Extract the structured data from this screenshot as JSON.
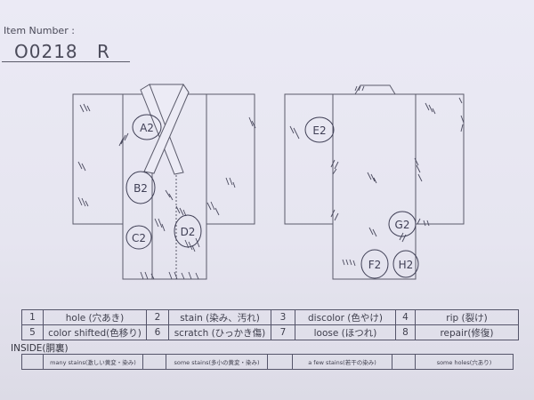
{
  "header": {
    "item_number_label": "Item Number :",
    "item_number": "O0218 R"
  },
  "diagram": {
    "front": {
      "marks": [
        {
          "id": "A2",
          "label": "A2"
        },
        {
          "id": "B2",
          "label": "B2"
        },
        {
          "id": "C2",
          "label": "C2"
        },
        {
          "id": "D2",
          "label": "D2"
        }
      ]
    },
    "back": {
      "marks": [
        {
          "id": "E2",
          "label": "E2"
        },
        {
          "id": "G2",
          "label": "G2"
        },
        {
          "id": "F2",
          "label": "F2"
        },
        {
          "id": "H2",
          "label": "H2"
        }
      ]
    },
    "colors": {
      "line": "#5a5a6a",
      "pen": "#45455a"
    }
  },
  "legend": {
    "rows": [
      [
        {
          "num": "1",
          "label": "hole (穴あき)"
        },
        {
          "num": "2",
          "label": "stain (染み、汚れ)"
        },
        {
          "num": "3",
          "label": "discolor (色やけ)"
        },
        {
          "num": "4",
          "label": "rip (裂け)"
        }
      ],
      [
        {
          "num": "5",
          "label": "color shifted(色移り)"
        },
        {
          "num": "6",
          "label": "scratch (ひっかき傷)"
        },
        {
          "num": "7",
          "label": "loose (ほつれ)"
        },
        {
          "num": "8",
          "label": "repair(修復)"
        }
      ]
    ]
  },
  "inside": {
    "title": "INSIDE(胴裏)",
    "cells": [
      {
        "mark": "",
        "label": "many stains(激しい黄変・染み)"
      },
      {
        "mark": "",
        "label": "some stains(多小の黄変・染み)"
      },
      {
        "mark": "",
        "label": "a few stains(若干の染み)"
      },
      {
        "mark": "",
        "label": "some holes(穴あり)"
      }
    ]
  }
}
